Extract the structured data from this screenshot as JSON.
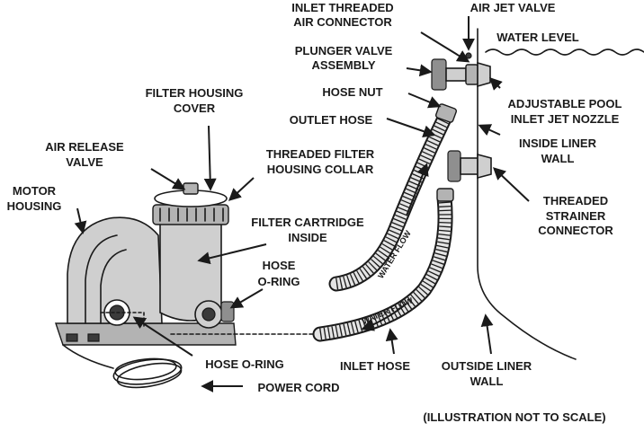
{
  "labels": {
    "inlet_threaded_air_connector": [
      "INLET THREADED",
      "AIR CONNECTOR"
    ],
    "air_jet_valve": "AIR JET VALVE",
    "water_level": "WATER LEVEL",
    "plunger_valve_assembly": [
      "PLUNGER VALVE",
      "ASSEMBLY"
    ],
    "hose_nut": "HOSE NUT",
    "filter_housing_cover": [
      "FILTER HOUSING",
      "COVER"
    ],
    "adjustable_pool_inlet_jet_nozzle": [
      "ADJUSTABLE POOL",
      "INLET JET NOZZLE"
    ],
    "outlet_hose": "OUTLET HOSE",
    "inside_liner_wall": [
      "INSIDE LINER",
      "WALL"
    ],
    "air_release_valve": [
      "AIR RELEASE",
      "VALVE"
    ],
    "threaded_filter_housing_collar": [
      "THREADED FILTER",
      "HOUSING COLLAR"
    ],
    "motor_housing": [
      "MOTOR",
      "HOUSING"
    ],
    "threaded_strainer_connector": [
      "THREADED",
      "STRAINER",
      "CONNECTOR"
    ],
    "filter_cartridge_inside": [
      "FILTER CARTRIDGE",
      "INSIDE"
    ],
    "hose_o_ring_upper": [
      "HOSE",
      "O-RING"
    ],
    "hose_o_ring_lower": "HOSE O-RING",
    "inlet_hose": "INLET HOSE",
    "outside_liner_wall": [
      "OUTSIDE LINER",
      "WALL"
    ],
    "power_cord": "POWER CORD",
    "not_to_scale": "(ILLUSTRATION NOT TO SCALE)",
    "water_flow": "WATER FLOW"
  }
}
